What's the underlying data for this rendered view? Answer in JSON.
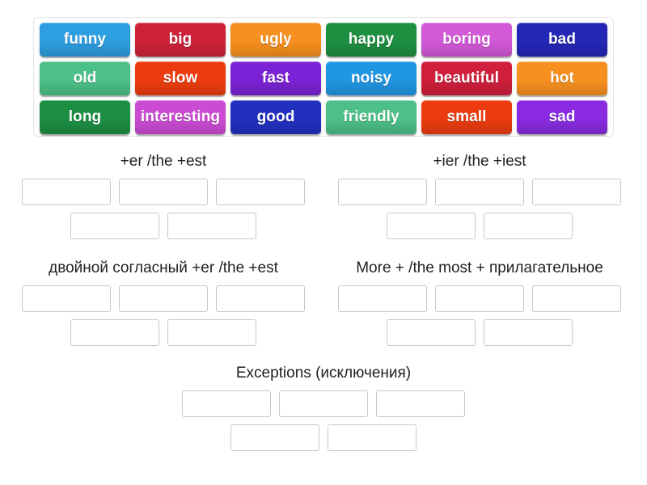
{
  "word_bank": {
    "rows": [
      [
        {
          "label": "funny",
          "color": "#2d9fe0"
        },
        {
          "label": "big",
          "color": "#cf2239"
        },
        {
          "label": "ugly",
          "color": "#f7901e"
        },
        {
          "label": "happy",
          "color": "#1d8f40"
        },
        {
          "label": "boring",
          "color": "#d259d8"
        },
        {
          "label": "bad",
          "color": "#2427b5"
        }
      ],
      [
        {
          "label": "old",
          "color": "#4cc088"
        },
        {
          "label": "slow",
          "color": "#ec3c0f"
        },
        {
          "label": "fast",
          "color": "#7b22d6"
        },
        {
          "label": "noisy",
          "color": "#2196e3"
        },
        {
          "label": "beautiful",
          "color": "#cf1f3c"
        },
        {
          "label": "hot",
          "color": "#f7901e"
        }
      ],
      [
        {
          "label": "long",
          "color": "#1d8f43"
        },
        {
          "label": "interesting",
          "color": "#cc4bd4"
        },
        {
          "label": "good",
          "color": "#2230c0"
        },
        {
          "label": "friendly",
          "color": "#4cc088"
        },
        {
          "label": "small",
          "color": "#ec3c0f"
        },
        {
          "label": "sad",
          "color": "#8a2be2"
        }
      ]
    ]
  },
  "categories": [
    {
      "title": "+er /the +est",
      "rows": [
        3,
        2
      ]
    },
    {
      "title": "+ier /the +iest",
      "rows": [
        3,
        2
      ]
    },
    {
      "title": "двойной согласный +er /the +est",
      "rows": [
        3,
        2
      ]
    },
    {
      "title": "More + /the most + прилагательное",
      "rows": [
        3,
        2
      ]
    },
    {
      "title": "Exceptions (исключения)",
      "rows": [
        3,
        2
      ]
    }
  ]
}
